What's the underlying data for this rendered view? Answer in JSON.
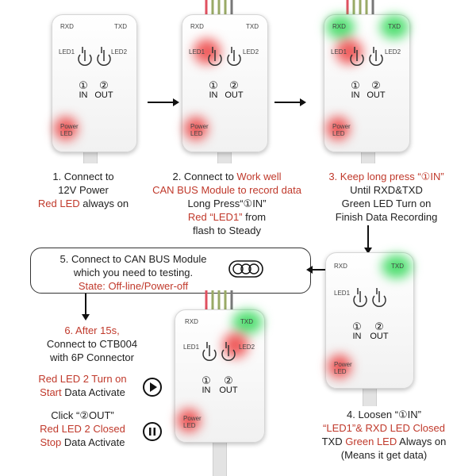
{
  "device": {
    "rxd": "RXD",
    "txd": "TXD",
    "led1": "LED1",
    "led2": "LED2",
    "port1_num": "①",
    "port1": "IN",
    "port2_num": "②",
    "port2": "OUT",
    "power_line1": "Power",
    "power_line2": "LED"
  },
  "steps": {
    "s1": {
      "l1": "1. Connect to",
      "l2": "12V Power",
      "l3a": "Red LED",
      "l3b": " always on"
    },
    "s2": {
      "l1a": "2. Connect to ",
      "l1b": "Work well",
      "l2": "CAN BUS Module to record data",
      "l3": "Long Press“①IN”",
      "l4a": "Red ",
      "l4b": "“LED1”",
      "l4c": "  from",
      "l5": "flash to Steady"
    },
    "s3": {
      "l1": "3. Keep long press “①IN”",
      "l2": "Until RXD&TXD",
      "l3": "Green LED Turn on",
      "l4": "Finish Data Recording"
    },
    "s4": {
      "l1": "4. Loosen “①IN”",
      "l2": "“LED1”& RXD LED Closed",
      "l3a": "TXD ",
      "l3b": "Green LED",
      "l3c": " Always on",
      "l4": "(Means it get data)"
    },
    "s5": {
      "l1": "5. Connect to CAN BUS Module",
      "l2": "which you need to testing.",
      "l3": "State: Off-line/Power-off"
    },
    "s6": {
      "l1": "6. After 15s,",
      "l2": "Connect to CTB004",
      "l3": "with 6P Connector"
    },
    "s7": {
      "l1": "Red LED 2 Turn on",
      "l2a": "Start",
      "l2b": " Data Activate"
    },
    "s8": {
      "l1": "Click  “②OUT”",
      "l2": "Red LED 2 Closed",
      "l3a": "Stop",
      "l3b": " Data Activate"
    }
  },
  "colors": {
    "red_text": "#c0392b",
    "red_led": "#eb2828",
    "green_led": "#28d750"
  },
  "icons": [
    "arrow-right-icon",
    "arrow-down-icon",
    "connector-icon",
    "play-icon",
    "pause-icon"
  ]
}
